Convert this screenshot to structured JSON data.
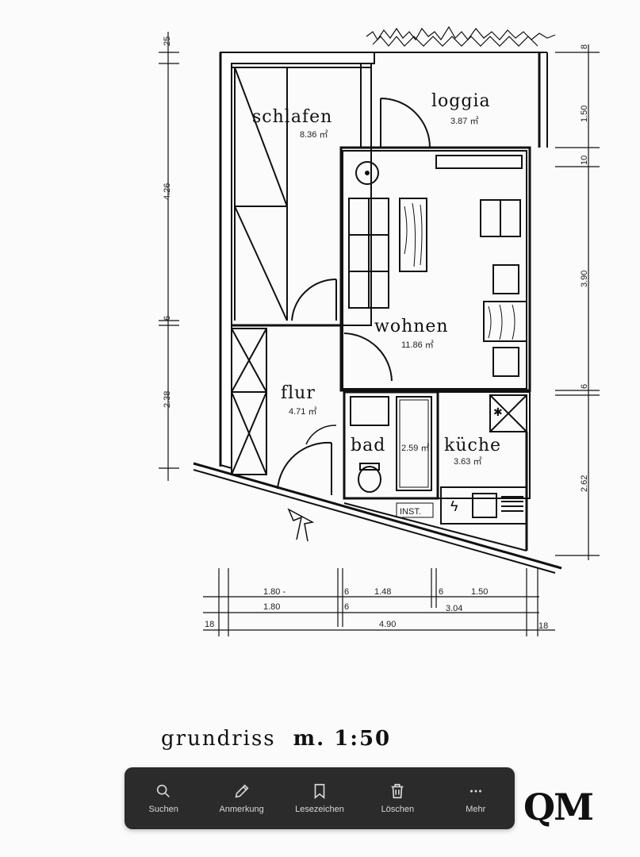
{
  "plan": {
    "rooms": {
      "schlafen": {
        "name": "schlafen",
        "area": "8.36 ㎡"
      },
      "loggia": {
        "name": "loggia",
        "area": "3.87 ㎡"
      },
      "wohnen": {
        "name": "wohnen",
        "area": "11.86 ㎡"
      },
      "flur": {
        "name": "flur",
        "area": "4.71 ㎡"
      },
      "bad": {
        "name": "bad",
        "area": "2.59 ㎡"
      },
      "kueche": {
        "name": "küche",
        "area": "3.63 ㎡"
      }
    },
    "inst_label": "INST.",
    "dims_left": [
      "25",
      "4.26",
      "6",
      "2.38"
    ],
    "dims_right": [
      "8",
      "1.50",
      "10",
      "3.90",
      "6",
      "2.62"
    ],
    "dims_bottom_row1": [
      "1.80 -",
      "6",
      "1.48",
      "6",
      "1.50"
    ],
    "dims_bottom_row2": [
      "1.80",
      "6",
      "3.04"
    ],
    "dims_bottom_row3": [
      "18",
      "4.90",
      "18"
    ]
  },
  "title": {
    "text": "grundriss",
    "scale": "m. 1:50"
  },
  "logo": "QM",
  "toolbar": {
    "items": [
      {
        "label": "Suchen",
        "icon": "search-icon"
      },
      {
        "label": "Anmerkung",
        "icon": "pencil-icon"
      },
      {
        "label": "Lesezeichen",
        "icon": "bookmark-icon"
      },
      {
        "label": "Löschen",
        "icon": "trash-icon"
      },
      {
        "label": "Mehr",
        "icon": "more-icon"
      }
    ]
  }
}
